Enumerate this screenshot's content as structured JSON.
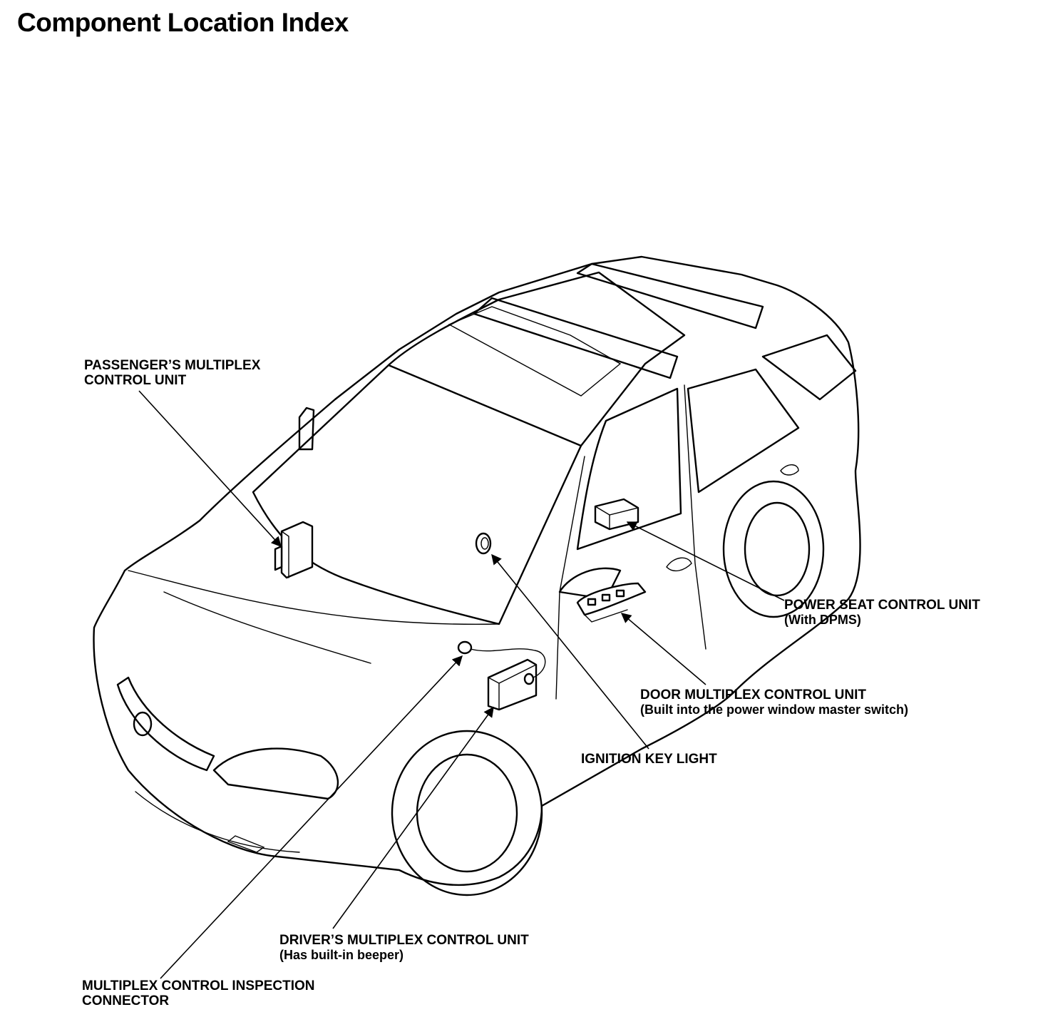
{
  "title": "Component Location Index",
  "callouts": {
    "passenger_unit": {
      "line1": "PASSENGER’S MULTIPLEX",
      "line2": "CONTROL UNIT"
    },
    "power_seat": {
      "line1": "POWER SEAT CONTROL UNIT",
      "line2": "(With DPMS)"
    },
    "door_unit": {
      "line1": "DOOR MULTIPLEX CONTROL UNIT",
      "line2": "(Built into the power window master switch)"
    },
    "ignition_light": {
      "line1": "IGNITION KEY LIGHT"
    },
    "driver_unit": {
      "line1": "DRIVER’S MULTIPLEX CONTROL UNIT",
      "line2": "(Has built-in beeper)"
    },
    "inspection_connector": {
      "line1": "MULTIPLEX CONTROL INSPECTION",
      "line2": "CONNECTOR"
    }
  }
}
